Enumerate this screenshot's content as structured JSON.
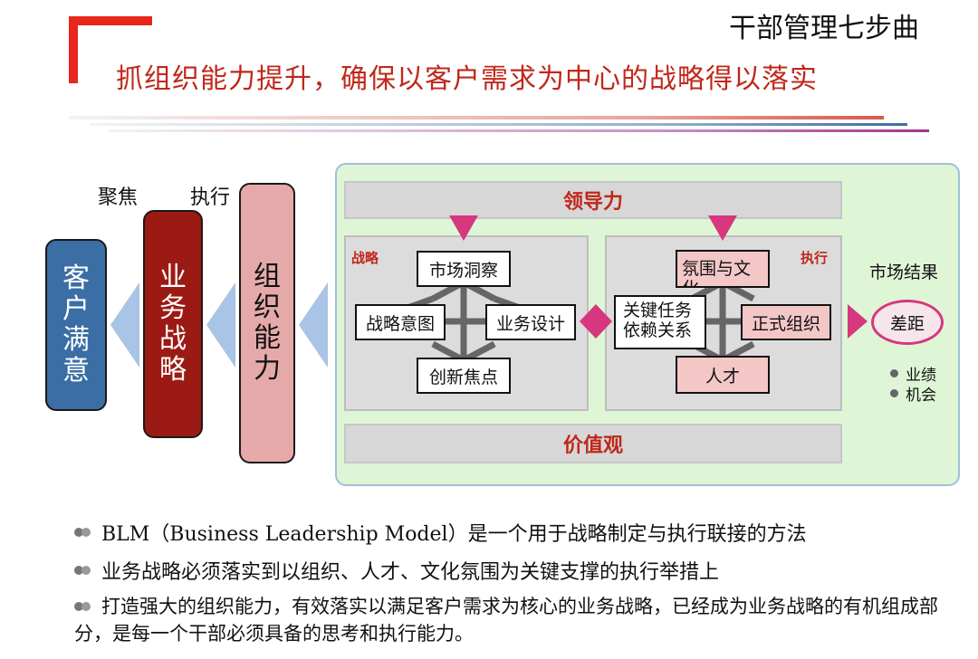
{
  "header": {
    "headline": "干部管理七步曲",
    "title": "抓组织能力提升，确保以客户需求为中心的战略得以落实"
  },
  "colors": {
    "accent_red": "#e8261c",
    "dark_red": "#9b1b14",
    "customer_blue": "#3a6ea5",
    "org_pink": "#e6a9a9",
    "magenta": "#d7377f",
    "panel_green": "#dff6d6"
  },
  "flow": {
    "focus_label": "聚焦",
    "execute_label": "执行",
    "customer": "客户满意",
    "business_strategy": "业务战略",
    "org_capability": "组织能力"
  },
  "blm": {
    "leadership": "领导力",
    "values": "价值观",
    "strategy": {
      "label": "战略",
      "top": "市场洞察",
      "left": "战略意图",
      "right": "业务设计",
      "bottom": "创新焦点"
    },
    "execution": {
      "label": "执行",
      "top": "氛围与文化",
      "left": "关键任务依赖关系",
      "right": "正式组织",
      "bottom": "人才"
    },
    "market_result": "市场结果",
    "gap": "差距",
    "gap_items": [
      "业绩",
      "机会"
    ]
  },
  "bullets": [
    "BLM（Business Leadership Model）是一个用于战略制定与执行联接的方法",
    "业务战略必须落实到以组织、人才、文化氛围为关键支撑的执行举措上",
    "打造强大的组织能力，有效落实以满足客户需求为核心的业务战略，已经成为业务战略的有机组成部分，是每一个干部必须具备的思考和执行能力。"
  ]
}
